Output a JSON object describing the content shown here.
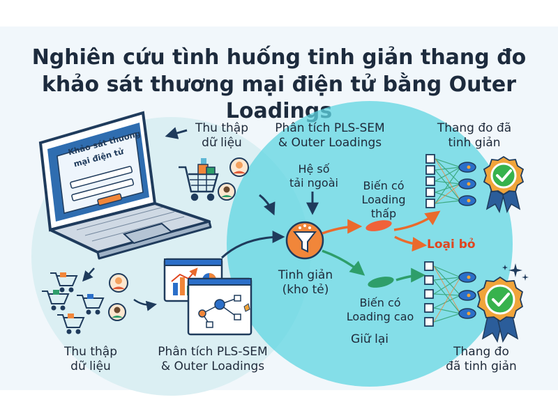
{
  "title": {
    "line1": "Nghiên cứu tình huống tinh giản thang đo",
    "line2": "khảo sát thương mại điện tử bằng Outer Loadings"
  },
  "laptop": {
    "screen_line1": "Khảo sát thương",
    "screen_line2": "mại điện tử"
  },
  "labels": {
    "collect_top_line1": "Thu thập",
    "collect_top_line2": "dữ liệu",
    "pls_top_line1": "Phân tích PLS-SEM",
    "pls_top_line2": "& Outer Loadings",
    "scale_top_line1": "Thang đo đã",
    "scale_top_line2": "tinh giản",
    "outer_coef_line1": "Hệ số",
    "outer_coef_line2": "tải ngoài",
    "low_line1": "Biến có",
    "low_line2": "Loading",
    "low_line3": "thấp",
    "remove": "Loại bỏ",
    "refine_line1": "Tinh giản",
    "refine_line2": "(kho tẻ)",
    "high_line1": "Biến có",
    "high_line2": "Loading cao",
    "keep": "Giữ lại",
    "collect_bottom_line1": "Thu thập",
    "collect_bottom_line2": "dữ liệu",
    "pls_bottom_line1": "Phân tích PLS-SEM",
    "pls_bottom_line2": "& Outer Loadings",
    "scale_bottom_line1": "Thang đo",
    "scale_bottom_line2": "đã tinh giản"
  },
  "colors": {
    "circle_left": "#dbeff3",
    "circle_right": "#5fd6e2",
    "navy": "#1f3b5c",
    "orange": "#f1863a",
    "red": "#e0451f",
    "green": "#2e9e6a",
    "badge_blue": "#2b5d9a",
    "badge_gold": "#f0a43a",
    "check_green": "#37b24d"
  }
}
